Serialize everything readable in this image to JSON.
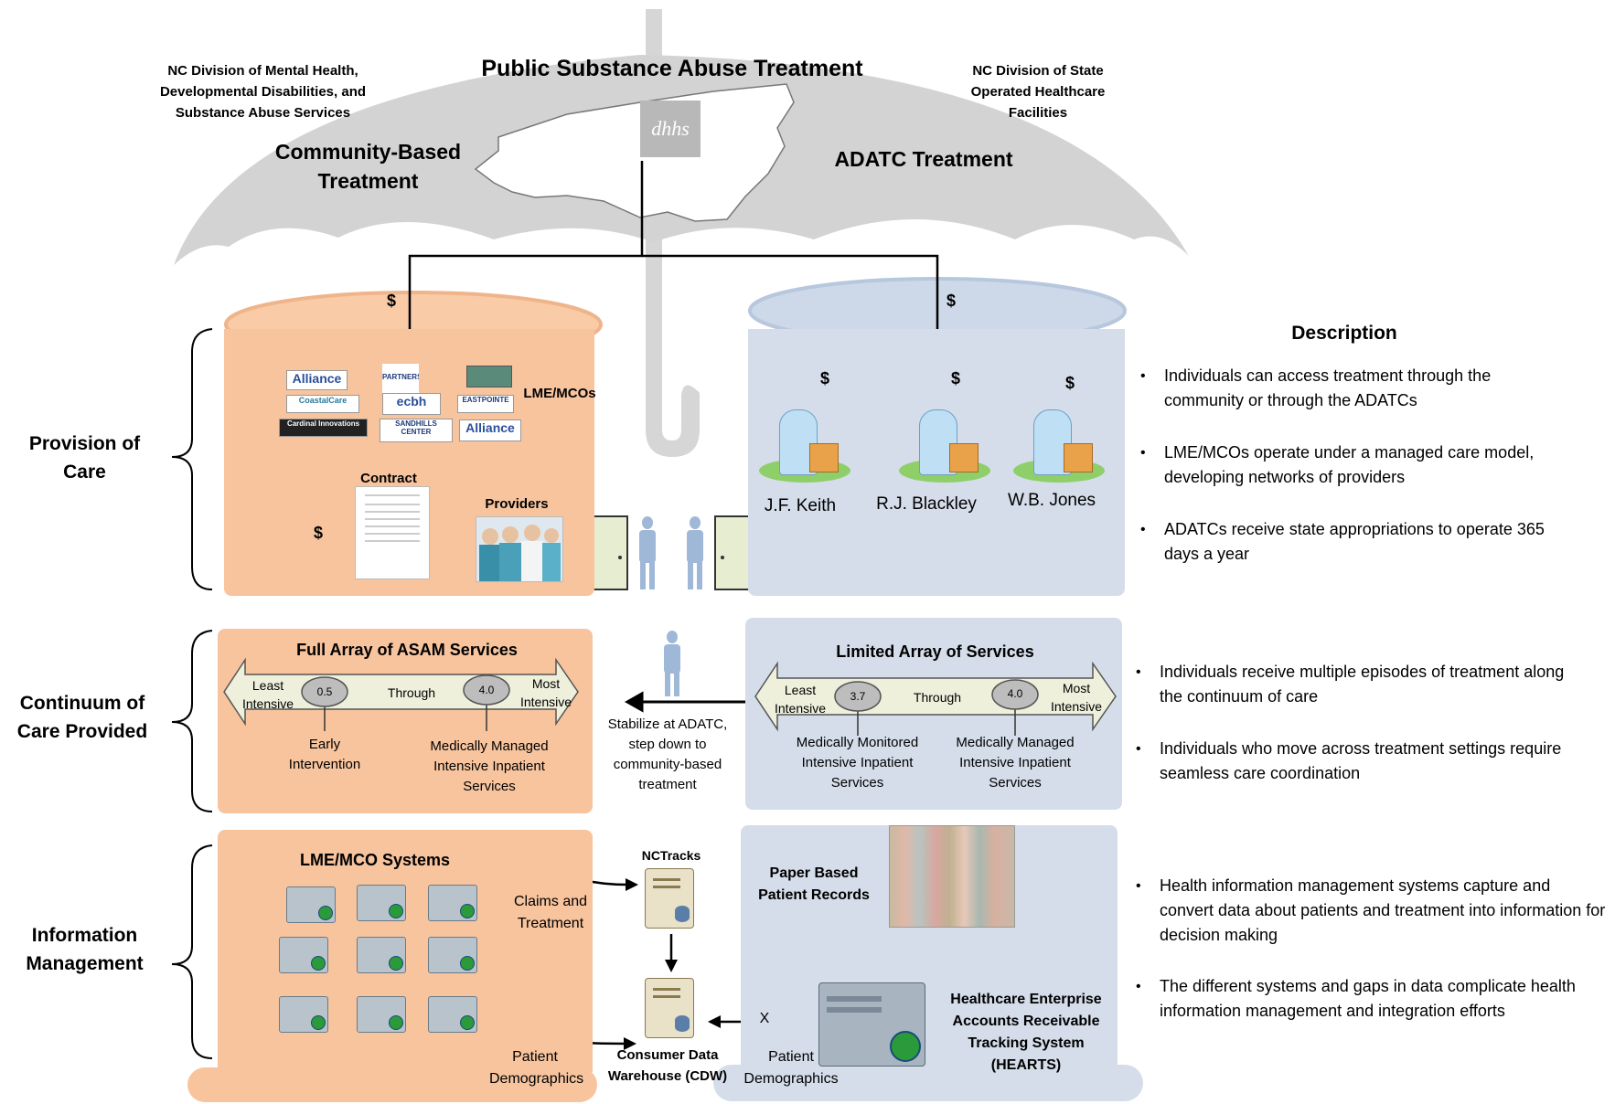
{
  "umbrella": {
    "title": "Public Substance Abuse Treatment",
    "left_agency": "NC Division of Mental Health, Developmental Disabilities, and Substance Abuse Services",
    "right_agency": "NC Division of State Operated Healthcare Facilities",
    "left_branch": "Community-Based Treatment",
    "right_branch": "ADATC Treatment",
    "logo_text": "dhhs"
  },
  "row_labels": {
    "provision": "Provision of Care",
    "continuum": "Continuum of Care Provided",
    "info": "Information Management"
  },
  "funding": {
    "symbol": "$"
  },
  "community": {
    "lme_label": "LME/MCOs",
    "logos": [
      "Alliance",
      "PARTNERS",
      "CoastalCare",
      "ecbh",
      "EASTPOINTE",
      "Cardinal Innovations",
      "SANDHILLS CENTER",
      "Alliance"
    ],
    "contract_label": "Contract",
    "providers_label": "Providers"
  },
  "adatc": {
    "facilities": [
      "J.F. Keith",
      "R.J. Blackley",
      "W.B. Jones"
    ]
  },
  "full_array": {
    "title": "Full Array of ASAM Services",
    "left_end": "Least Intensive",
    "middle": "Through",
    "right_end": "Most Intensive",
    "low_level": "0.5",
    "high_level": "4.0",
    "low_caption": "Early Intervention",
    "high_caption": "Medically Managed Intensive Inpatient Services"
  },
  "limited_array": {
    "title": "Limited Array of Services",
    "left_end": "Least Intensive",
    "middle": "Through",
    "right_end": "Most Intensive",
    "low_level": "3.7",
    "high_level": "4.0",
    "low_caption": "Medically Monitored Intensive Inpatient Services",
    "high_caption": "Medically Managed Intensive Inpatient Services"
  },
  "step_down": "Stabilize at ADATC, step down to community-based treatment",
  "info_mgmt": {
    "lme_systems": "LME/MCO Systems",
    "claims": "Claims and Treatment",
    "patient_demographics_left": "Patient Demographics",
    "nctracks": "NCTracks",
    "cdw": "Consumer Data Warehouse (CDW)",
    "x_mark": "X",
    "patient_demographics_right": "Patient Demographics",
    "paper_records": "Paper Based Patient Records",
    "hearts": "Healthcare Enterprise Accounts Receivable Tracking System (HEARTS)"
  },
  "description": {
    "heading": "Description",
    "provision_bullets": [
      "Individuals can access treatment through the community or through the ADATCs",
      "LME/MCOs operate under a managed care model, developing networks of providers",
      "ADATCs receive state appropriations to operate 365 days a year"
    ],
    "continuum_bullets": [
      "Individuals receive multiple episodes of treatment along the continuum of care",
      "Individuals who move across treatment settings require seamless care coordination"
    ],
    "info_bullets": [
      "Health information management systems capture and convert data about patients and treatment into information for decision making",
      "The different systems and gaps in data complicate health information management and integration efforts"
    ]
  },
  "colors": {
    "community_panel": "#f7c49e",
    "adatc_panel": "#d4dde9",
    "umbrella": "#d3d3d3",
    "arrow_fill": "#eef0dc"
  }
}
